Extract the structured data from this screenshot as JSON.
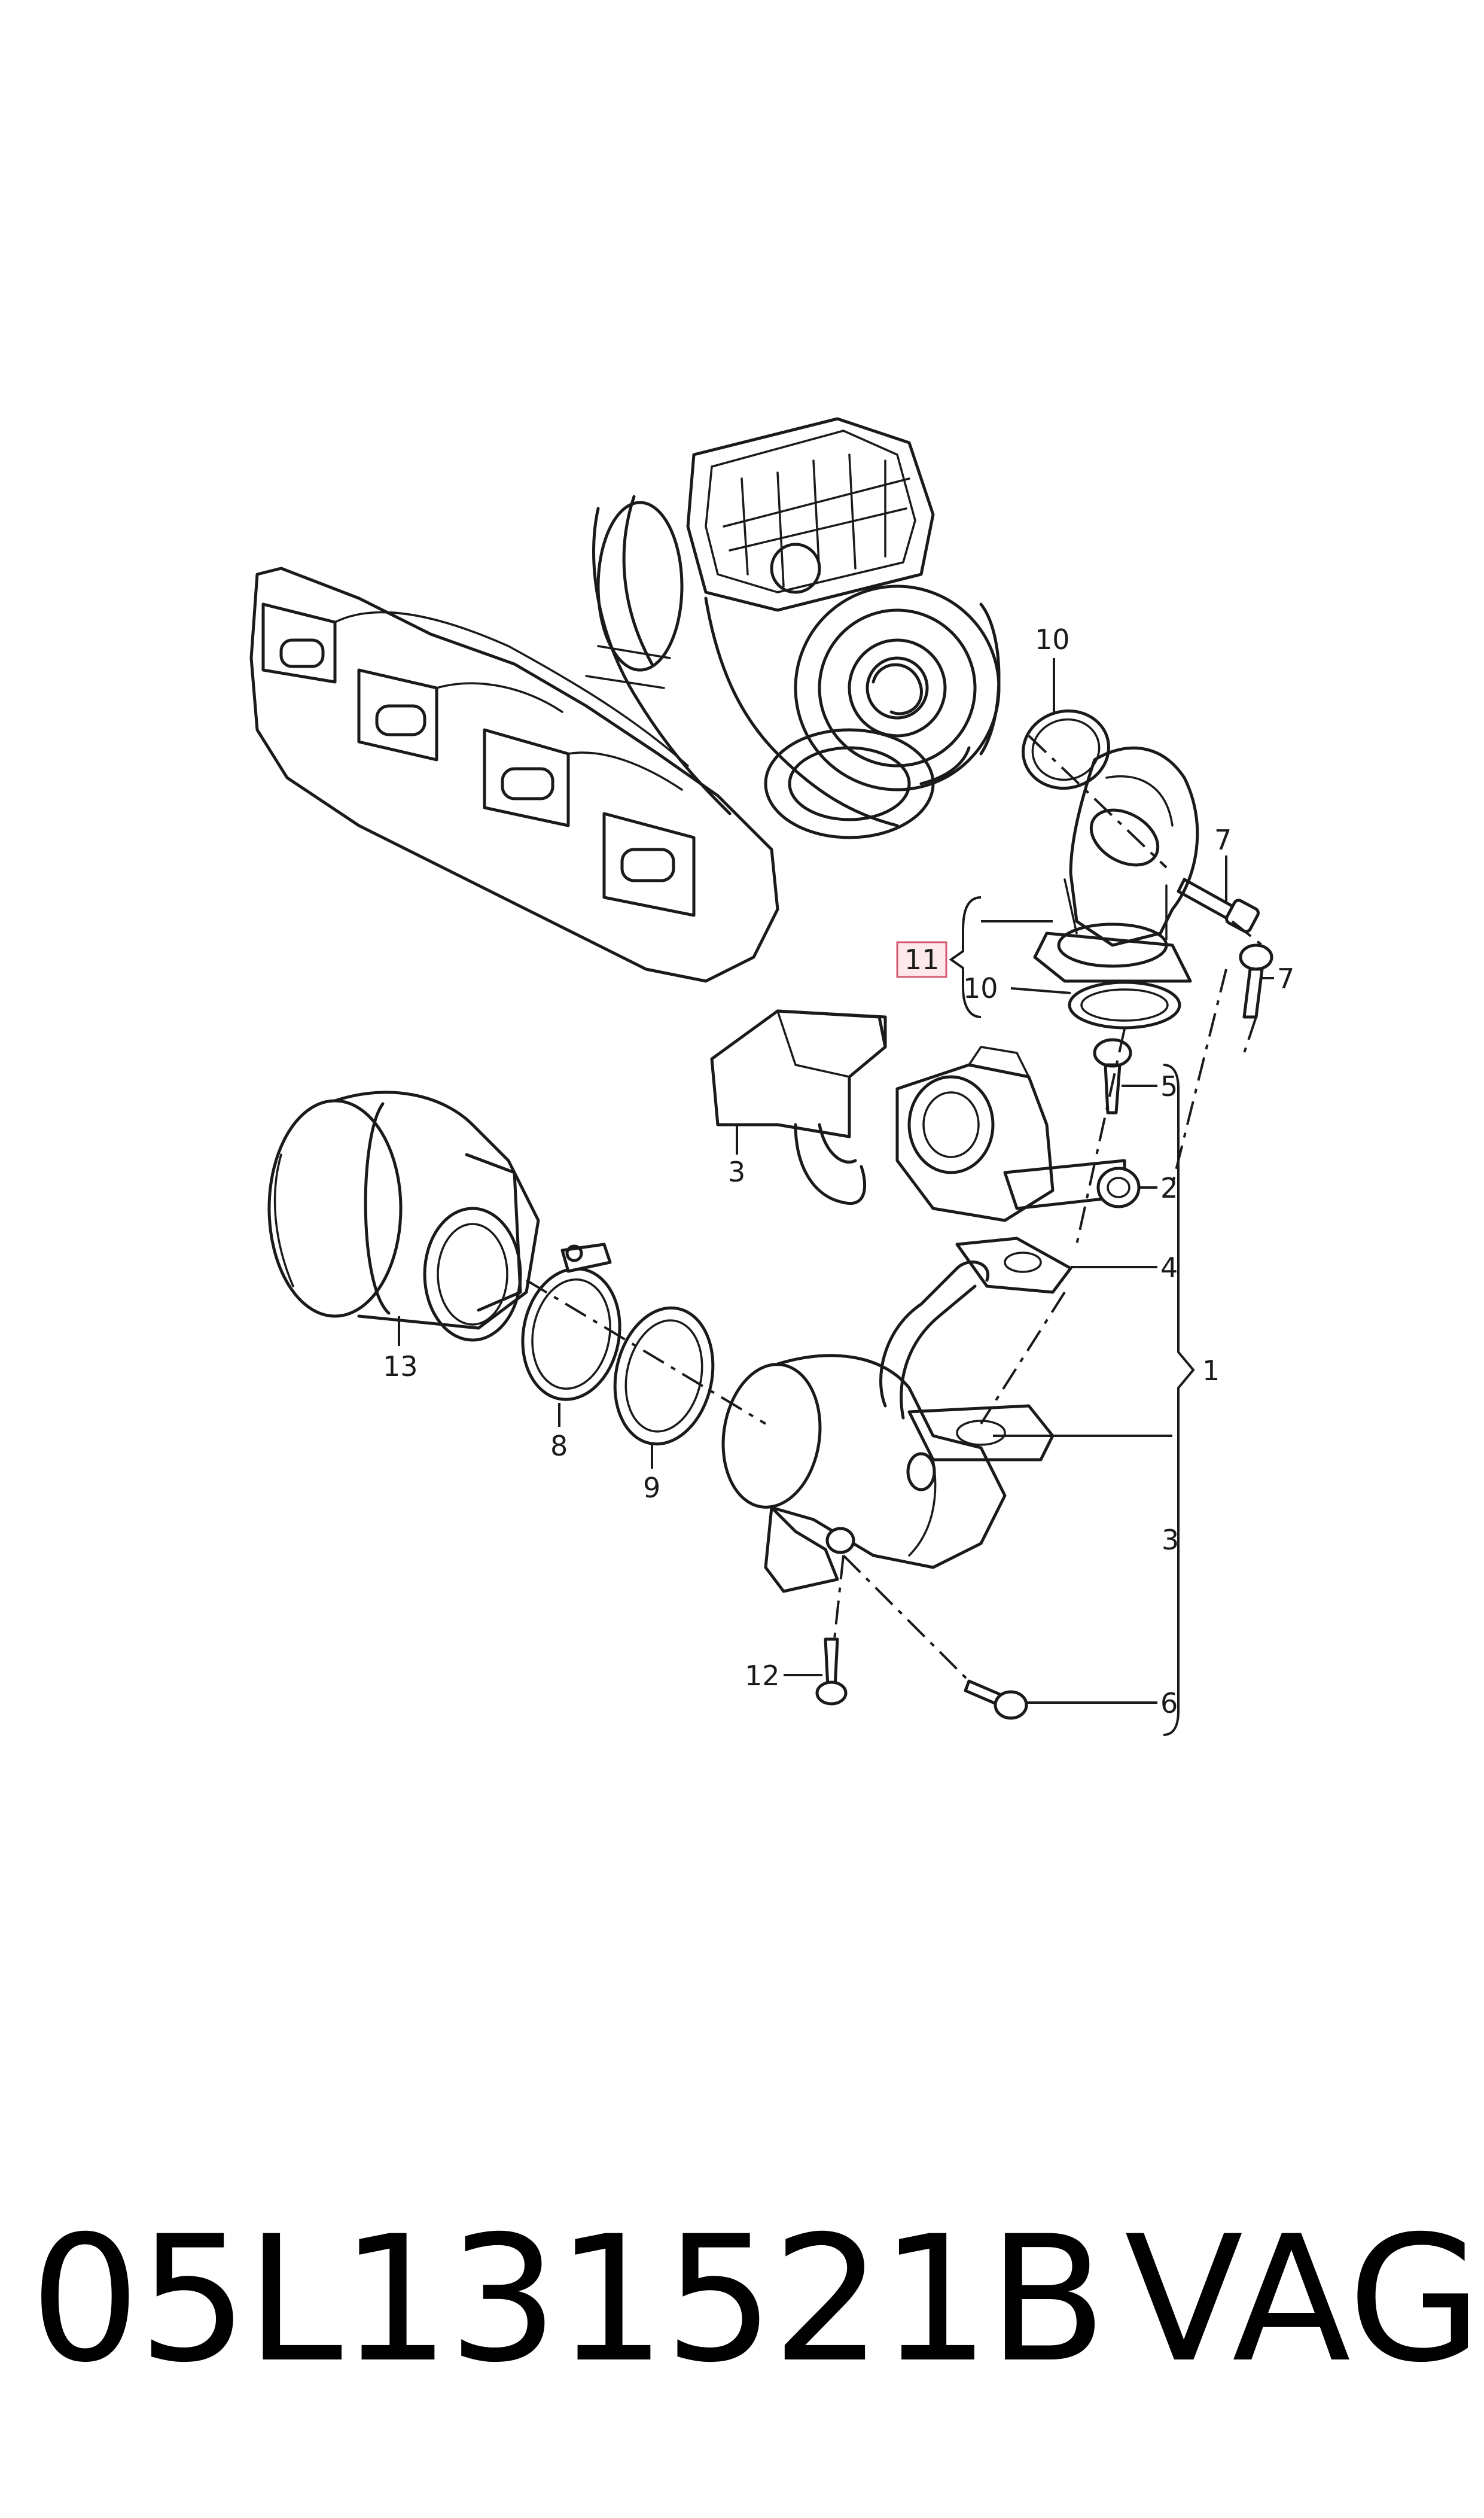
{
  "callouts": {
    "c1": "1",
    "c2": "2",
    "c3a": "3",
    "c3b": "3",
    "c4": "4",
    "c5": "5",
    "c6": "6",
    "c7a": "7",
    "c7b": "7",
    "c8": "8",
    "c9": "9",
    "c10a": "10",
    "c10b": "10",
    "c11": "11",
    "c12": "12",
    "c13": "13"
  },
  "footer": {
    "part_number": "05L131521B",
    "brand": "VAG"
  },
  "colors": {
    "highlight_fill": "#fde8ec",
    "highlight_stroke": "#d65a6f",
    "line": "#1a1a1a"
  }
}
